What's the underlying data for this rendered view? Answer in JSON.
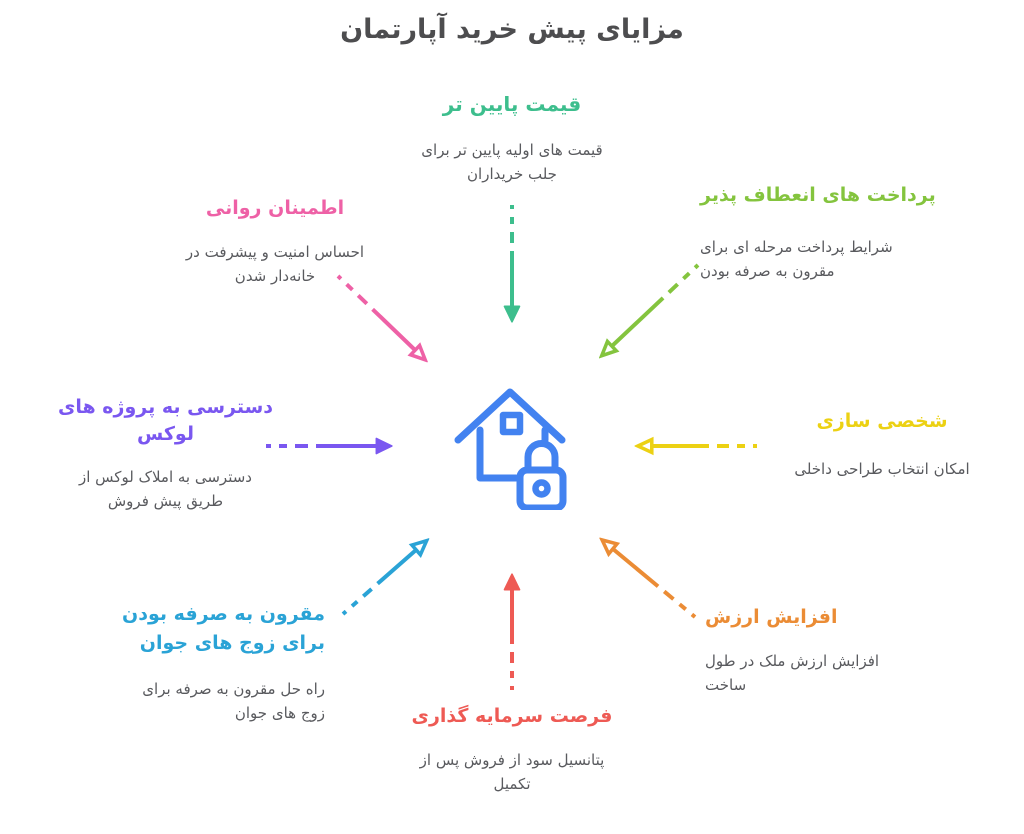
{
  "title": "مزایای پیش خرید آپارتمان",
  "center_icon": {
    "name": "house-lock-icon",
    "color": "#4282f0"
  },
  "text_colors": {
    "title_gray": "#4d4d4f",
    "description_gray": "#595a5e"
  },
  "benefits": [
    {
      "id": "lower-price",
      "position": "top-center",
      "arrow": "down",
      "color": "#3dbe8d",
      "heading": "قیمت پایین تر",
      "description": "قیمت های اولیه پایین تر برای\nجلب خریداران"
    },
    {
      "id": "flexible-payments",
      "position": "top-right",
      "arrow": "down-left",
      "color": "#84c43e",
      "heading": "پرداخت های انعطاف پذیر",
      "description": "شرایط پرداخت مرحله ای برای\nمقرون به صرفه بودن"
    },
    {
      "id": "peace-of-mind",
      "position": "top-left",
      "arrow": "down-right",
      "color": "#ee61a6",
      "heading": "اطمینان روانی",
      "description": "احساس امنیت و پیشرفت در\nخانه‌دار شدن"
    },
    {
      "id": "personalization",
      "position": "right",
      "arrow": "left",
      "color": "#ecd113",
      "heading": "شخصی سازی",
      "description": "امکان انتخاب طراحی داخلی"
    },
    {
      "id": "luxury-projects-access",
      "position": "left",
      "arrow": "right",
      "color": "#7a57f0",
      "heading": "دسترسی به پروژه های\nلوکس",
      "description": "دسترسی به املاک لوکس از\nطریق پیش فروش"
    },
    {
      "id": "value-increase",
      "position": "bottom-right",
      "arrow": "up-left",
      "color": "#eb8c35",
      "heading": "افزایش ارزش",
      "description": "افزایش ارزش ملک در طول\nساخت"
    },
    {
      "id": "affordable-for-young-couples",
      "position": "bottom-left",
      "arrow": "up-right",
      "color": "#2aa3d6",
      "heading": "مقرون به صرفه بودن\nبرای زوج های جوان",
      "description": "راه حل مقرون به صرفه برای\nزوج های جوان"
    },
    {
      "id": "investment-opportunity",
      "position": "bottom-center",
      "arrow": "up",
      "color": "#ee5a54",
      "heading": "فرصت سرمایه گذاری",
      "description": "پتانسیل سود از فروش پس از\nتکمیل"
    }
  ]
}
